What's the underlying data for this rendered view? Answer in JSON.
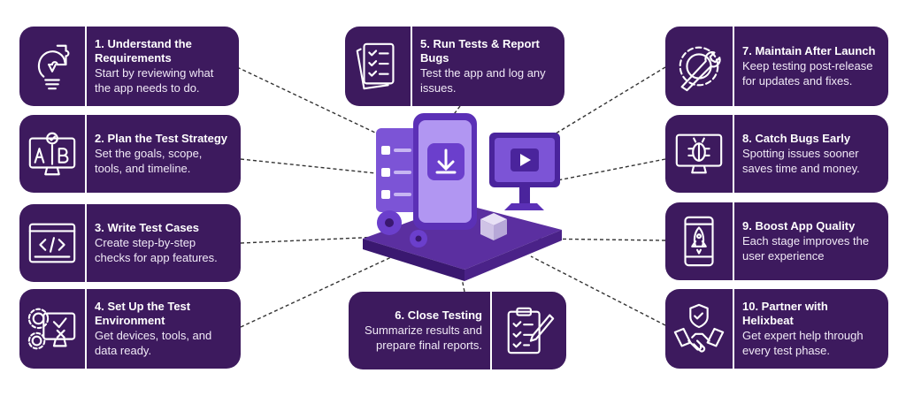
{
  "steps": [
    {
      "title": "1. Understand the Requirements",
      "desc": "Start by reviewing what the app needs to do.",
      "icon": "lightbulb-puzzle-icon"
    },
    {
      "title": "2. Plan the Test Strategy",
      "desc": "Set the goals, scope, tools, and timeline.",
      "icon": "ab-monitor-icon"
    },
    {
      "title": "3. Write Test Cases",
      "desc": "Create step-by-step checks for app features.",
      "icon": "code-window-icon"
    },
    {
      "title": "4. Set Up the Test Environment",
      "desc": "Get devices, tools, and data ready.",
      "icon": "gears-monitor-icon"
    },
    {
      "title": "5. Run Tests & Report Bugs",
      "desc": "Test the app and log any issues.",
      "icon": "checklist-documents-icon"
    },
    {
      "title": "6. Close Testing",
      "desc": "Summarize results and prepare final reports.",
      "icon": "clipboard-pencil-icon"
    },
    {
      "title": "7. Maintain After Launch",
      "desc": "Keep testing post-release for updates and fixes.",
      "icon": "wrench-gear-icon"
    },
    {
      "title": "8. Catch Bugs Early",
      "desc": "Spotting issues sooner saves time and money.",
      "icon": "bug-monitor-icon"
    },
    {
      "title": "9. Boost App Quality",
      "desc": "Each stage improves the user experience",
      "icon": "rocket-phone-icon"
    },
    {
      "title": "10. Partner with Helixbeat",
      "desc": "Get expert help through every test phase.",
      "icon": "handshake-shield-icon"
    }
  ],
  "colors": {
    "card": "#3d1a5e",
    "accent": "#7b4fc9",
    "text": "#ffffff"
  }
}
